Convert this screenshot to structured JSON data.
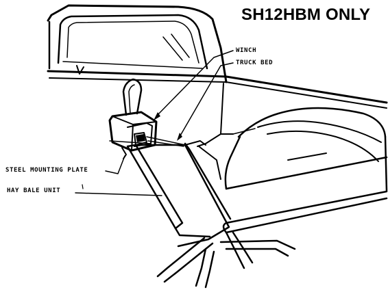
{
  "title": "SH12HBM ONLY",
  "labels": {
    "winch": "WINCH",
    "truck_bed": "TRUCK BED",
    "steel_mounting_plate": "STEEL MOUNTING PLATE",
    "hay_bale_unit": "HAY BALE UNIT"
  },
  "colors": {
    "ink": "#000000",
    "paper": "#ffffff"
  }
}
